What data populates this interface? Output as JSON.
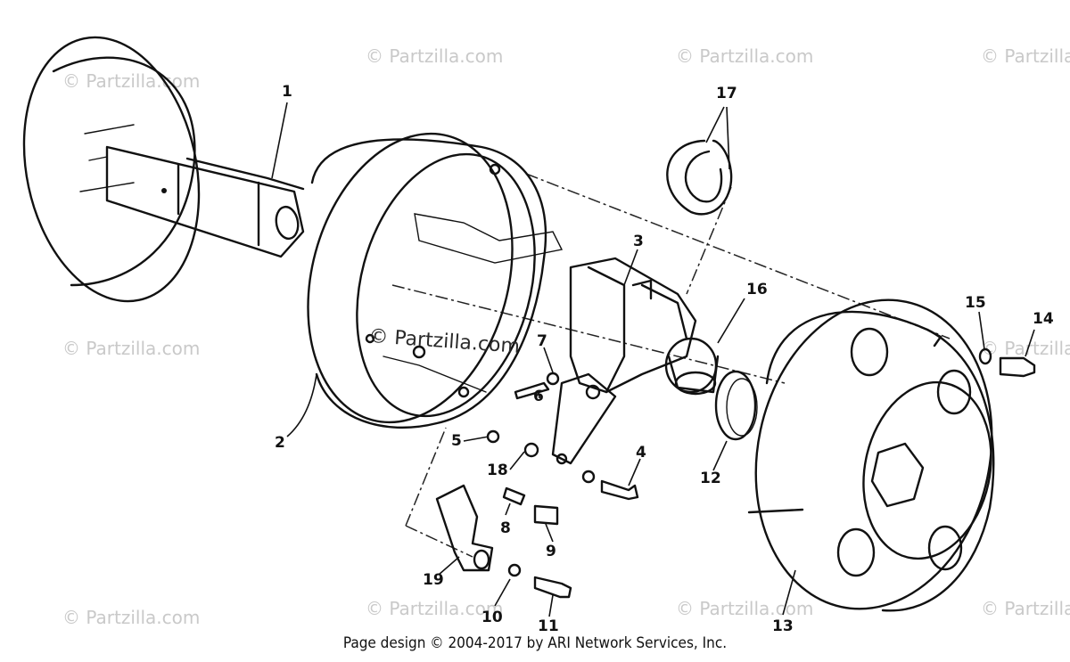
{
  "diagram": {
    "callouts": [
      {
        "id": "c1",
        "label": "1"
      },
      {
        "id": "c2",
        "label": "2"
      },
      {
        "id": "c3",
        "label": "3"
      },
      {
        "id": "c4",
        "label": "4"
      },
      {
        "id": "c5",
        "label": "5"
      },
      {
        "id": "c6",
        "label": "6"
      },
      {
        "id": "c7",
        "label": "7"
      },
      {
        "id": "c8",
        "label": "8"
      },
      {
        "id": "c9",
        "label": "9"
      },
      {
        "id": "c10",
        "label": "10"
      },
      {
        "id": "c11",
        "label": "11"
      },
      {
        "id": "c12",
        "label": "12"
      },
      {
        "id": "c13",
        "label": "13"
      },
      {
        "id": "c14",
        "label": "14"
      },
      {
        "id": "c15",
        "label": "15"
      },
      {
        "id": "c16",
        "label": "16"
      },
      {
        "id": "c17",
        "label": "17"
      },
      {
        "id": "c18",
        "label": "18"
      },
      {
        "id": "c19",
        "label": "19"
      }
    ],
    "watermark_text": "© Partzilla.com",
    "center_watermark_text": "© Partzilla.com"
  },
  "footer": {
    "text": "Page design © 2004-2017 by ARI Network Services, Inc."
  }
}
